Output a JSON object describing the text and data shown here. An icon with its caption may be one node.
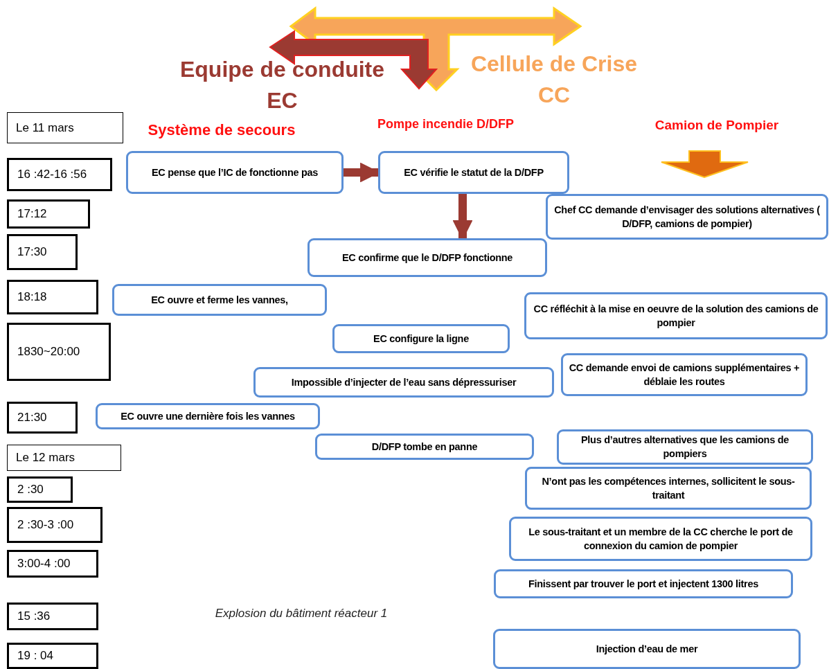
{
  "diagram": {
    "nodes": [
      {
        "text": [
          "Le 11 mars"
        ]
      },
      {
        "text": [
          "16 :42-16 :56"
        ]
      },
      {
        "text": [
          "EC pense que l’IC de fonctionne pas"
        ]
      },
      {
        "text": [
          "EC vérifie le statut de la D/DFP"
        ]
      },
      {
        "text": [
          "17:12"
        ]
      },
      {
        "text": [
          "Chef CC demande d’envisager des solutions alternatives ( D/DFP, camions de pompier)"
        ]
      },
      {
        "text": [
          "17:30"
        ]
      },
      {
        "text": [
          "EC confirme que le D/DFP fonctionne"
        ]
      },
      {
        "text": [
          "18:18"
        ]
      },
      {
        "text": [
          "EC ouvre et ferme les vannes,"
        ]
      },
      {
        "text": [
          "CC réfléchit à la mise en oeuvre de la solution des camions de pompier"
        ]
      },
      {
        "text": [
          "1830~20:00"
        ]
      },
      {
        "text": [
          "EC configure la ligne"
        ]
      },
      {
        "text": [
          "CC demande envoi de camions supplémentaires + déblaie les routes"
        ]
      },
      {
        "text": [
          "Impossible d’injecter de l’eau sans dépressuriser"
        ]
      },
      {
        "text": [
          "21:30"
        ]
      },
      {
        "text": [
          "EC ouvre une dernière fois les vannes"
        ]
      },
      {
        "text": [
          "D/DFP tombe en panne"
        ]
      },
      {
        "text": [
          "Plus d’autres alternatives que les camions de pompiers"
        ]
      },
      {
        "text": [
          "Le 12 mars"
        ]
      },
      {
        "text": [
          "2 :30"
        ]
      },
      {
        "text": [
          "N’ont pas les compétences internes, sollicitent le sous-traitant"
        ]
      },
      {
        "text": [
          "2 :30-3 :00"
        ]
      },
      {
        "text": [
          "Le sous-traitant et un membre de la CC cherche le port de connexion du camion de pompier"
        ]
      },
      {
        "text": [
          "3:00-4 :00"
        ]
      },
      {
        "text": [
          "Finissent par trouver le port et injectent 1300 litres"
        ]
      },
      {
        "text": [
          "15 :36"
        ]
      },
      {
        "text": [
          "19 : 04"
        ]
      },
      {
        "text": [
          "Injection d’eau de mer"
        ]
      }
    ],
    "edges": [
      {
        "from": 2,
        "to": 3,
        "arrow": "to"
      },
      {
        "from": 3,
        "to": 7,
        "arrow": "to"
      }
    ],
    "labels": [
      "Equipe de conduite EC",
      "Cellule de Crise CC",
      "Système de secours",
      "Pompe incendie D/DFP",
      "Camion de Pompier",
      "Explosion du bâtiment réacteur 1"
    ]
  }
}
